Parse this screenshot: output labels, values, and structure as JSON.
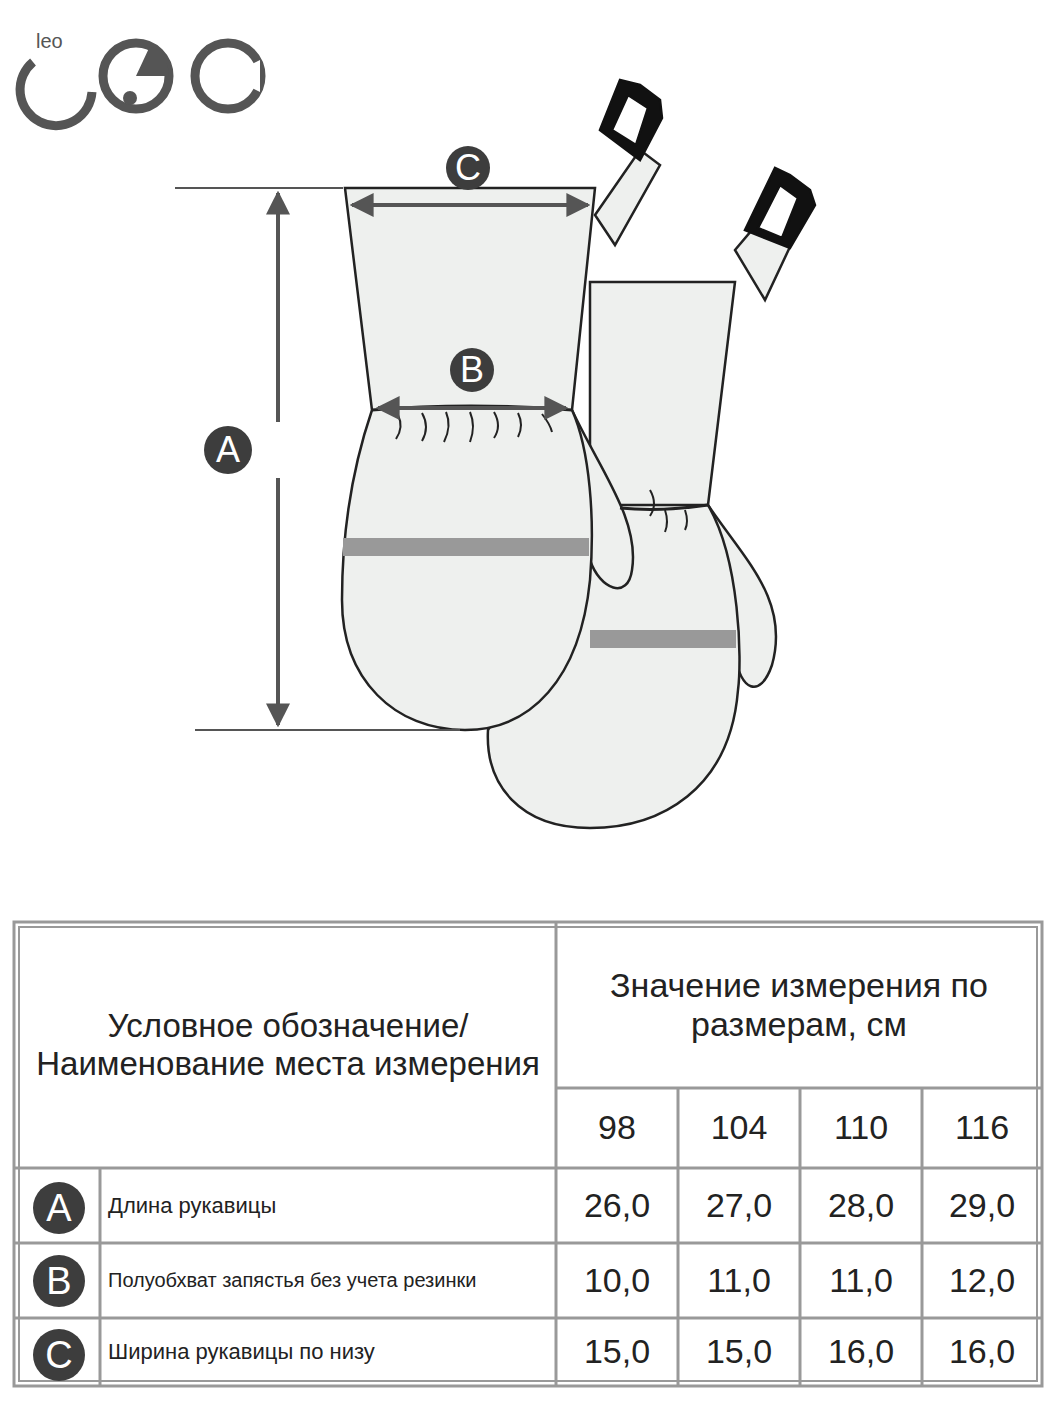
{
  "diagram": {
    "nodes": [
      {
        "text": [
          "C"
        ]
      },
      {
        "text": [
          "B"
        ]
      },
      {
        "text": [
          "A"
        ]
      },
      {
        "text": [
          "A"
        ]
      },
      {
        "text": [
          "B"
        ]
      },
      {
        "text": [
          "C"
        ]
      }
    ],
    "labels": [
      "leo",
      "Условное обозначение/ Наименование места измерения",
      "Значение измерения по размерам, см",
      "98",
      "104",
      "110",
      "116",
      "Длина рукавицы",
      "26,0",
      "27,0",
      "28,0",
      "29,0",
      "Полуобхват запястья без учета резинки",
      "10,0",
      "11,0",
      "11,0",
      "12,0",
      "Ширина рукавицы по низу",
      "15,0",
      "15,0",
      "16,0",
      "16,0"
    ]
  }
}
